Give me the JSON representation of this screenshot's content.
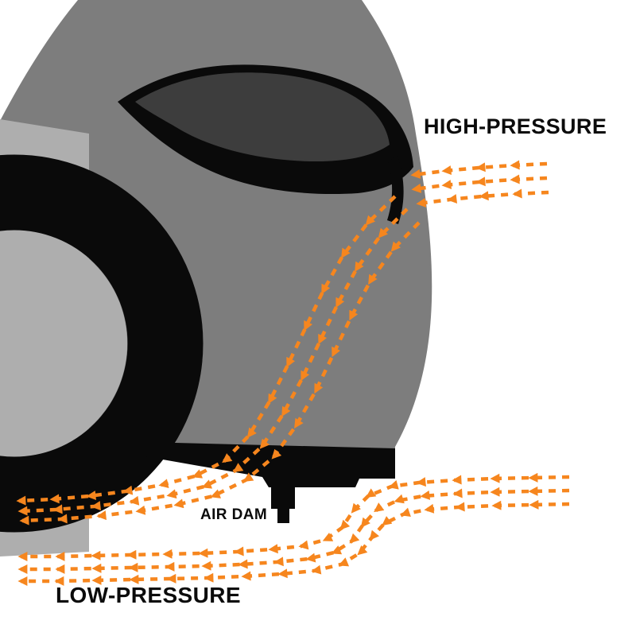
{
  "title": "Air dam aerodynamics diagram",
  "labels": {
    "high_pressure": "HIGH-PRESSURE",
    "air_dam": "AIR DAM",
    "low_pressure": "LOW-PRESSURE"
  },
  "colors": {
    "background": "#ffffff",
    "arrow_orange": "#f6861e",
    "body_gray": "#7d7d7d",
    "panel_light_gray": "#aeaeae",
    "glass_gray": "#3d3d3d",
    "black": "#0a0a0a"
  },
  "flows": [
    {
      "name": "high-pressure-inflow",
      "lines": 3,
      "direction": "right-to-left into windshield base"
    },
    {
      "name": "front-fascia-downwash",
      "lines": 3,
      "direction": "down the front fascia then left under the car"
    },
    {
      "name": "underbody-flow",
      "lines": 3,
      "direction": "right-to-left, deflected down under the air dam"
    }
  ]
}
